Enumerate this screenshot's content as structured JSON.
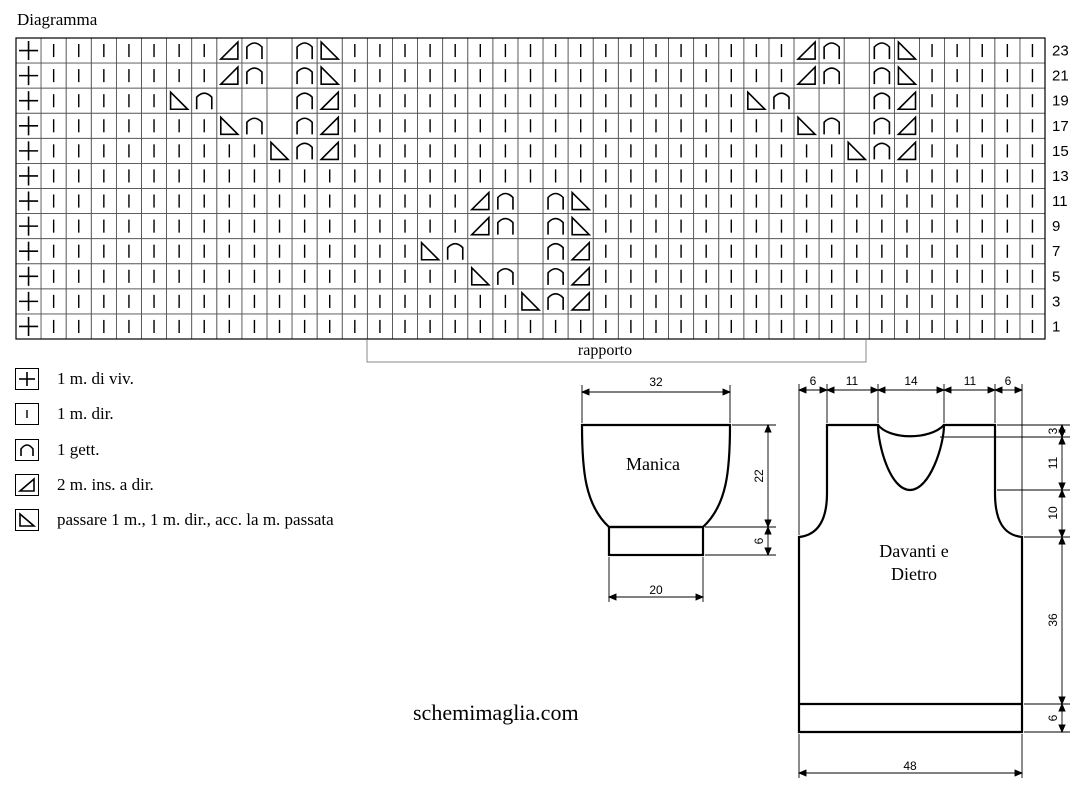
{
  "title": "Diagramma",
  "chart": {
    "columns": 41,
    "rows": 12,
    "row_numbers": [
      "23",
      "21",
      "19",
      "17",
      "15",
      "13",
      "11",
      "9",
      "7",
      "5",
      "3",
      "1"
    ],
    "repeat_label": "rapporto",
    "symbol_rows": [
      "E.......LYIYR..................LYIYR.......E",
      "E.......LYIYR..................LYIYR.......E",
      "E.....RYIIIYL................RYIIIYL.......E",
      "E.......RYIYL..................RYIYL.......E",
      "E.........RYL....................RYL.......E",
      "E.........................................E",
      "E.................LYIYR...................E",
      "E.................LYIYR...................E",
      "E...............RYIIIYL...................E",
      "E.................RYIYL...................E",
      "E...................RYL...................E",
      "E.........................................E"
    ]
  },
  "legend": [
    {
      "symbol": "plus",
      "label": "1 m. di viv."
    },
    {
      "symbol": "bar",
      "label": "1 m. dir."
    },
    {
      "symbol": "arch",
      "label": "1 gett."
    },
    {
      "symbol": "tri-left",
      "label": "2 m. ins. a dir."
    },
    {
      "symbol": "tri-right",
      "label": "passare 1 m., 1 m. dir., acc. la m. passata"
    }
  ],
  "sleeve": {
    "label": "Manica",
    "dims": {
      "top": "32",
      "height": "22",
      "cuff_height": "6",
      "cuff_width": "20"
    }
  },
  "body": {
    "label_line1": "Davanti e",
    "label_line2": "Dietro",
    "dims": {
      "top_segments": [
        "6",
        "11",
        "14",
        "11",
        "6"
      ],
      "neck_depth": "3",
      "armhole_upper": "11",
      "armhole_lower": "10",
      "side": "36",
      "hem_height": "6",
      "width": "48"
    }
  },
  "website": "schemimaglia.com"
}
